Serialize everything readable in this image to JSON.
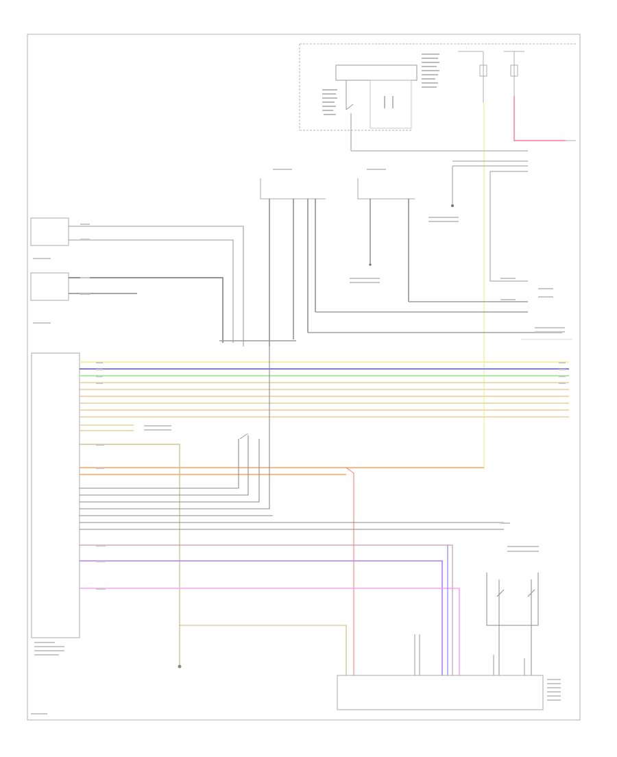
{
  "diagram": {
    "footer_code": "",
    "components": [
      {
        "id": "relay_box",
        "label": ""
      },
      {
        "id": "fuse_left",
        "label": ""
      },
      {
        "id": "fuse_right",
        "label": ""
      },
      {
        "id": "front_amplifier",
        "label": ""
      },
      {
        "id": "rear_amplifier",
        "label": ""
      },
      {
        "id": "antenna_left",
        "label": ""
      },
      {
        "id": "antenna_right",
        "label": ""
      },
      {
        "id": "radio_unit",
        "label": ""
      },
      {
        "id": "connector_block",
        "label": ""
      },
      {
        "id": "bottom_module",
        "label": ""
      },
      {
        "id": "ground",
        "label": ""
      }
    ],
    "colors": {
      "frame": "#bdbdbd",
      "wire_gray": "#9a9a9a",
      "wire_dark": "#6f6f6f",
      "yellow": "#f2f2a0",
      "blue": "#7b7bff",
      "green": "#a8f09a",
      "tan": "#e9cf9a",
      "peach": "#f6c69a",
      "orange": "#ffa060",
      "red": "#ff8a8a",
      "violet": "#b07bff",
      "magenta": "#ff8aff",
      "olive": "#c9b77a",
      "pink_red": "#ff5a8a"
    }
  }
}
